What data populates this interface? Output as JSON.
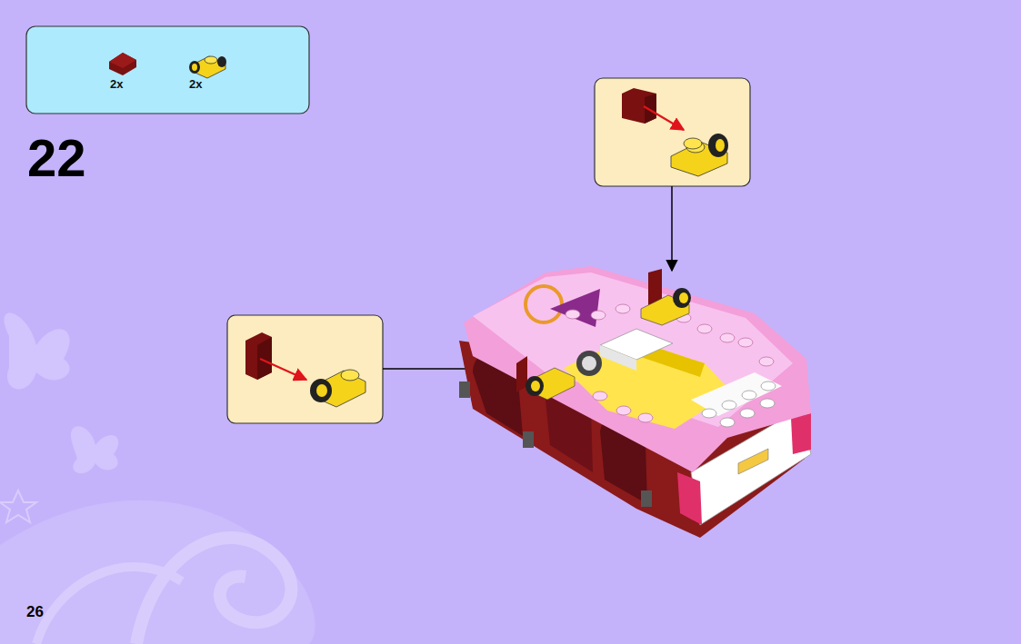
{
  "diagram": {
    "nodes": [
      {
        "text": [
          "2x",
          "2x"
        ]
      }
    ],
    "labels": [
      "22",
      "26"
    ]
  }
}
